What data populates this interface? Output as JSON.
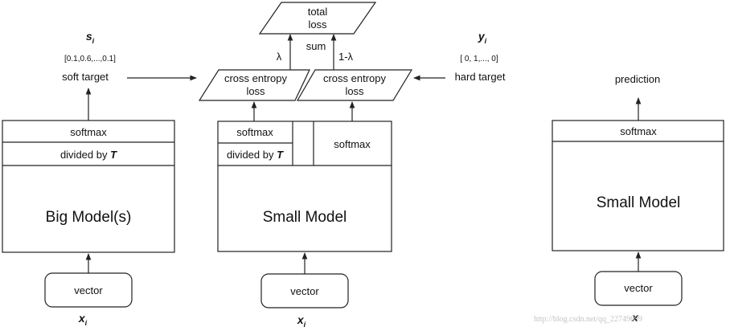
{
  "left": {
    "target_var": "s",
    "target_sub": "i",
    "target_values": "[0.1,0.6,...,0.1]",
    "target_label": "soft target",
    "softmax": "softmax",
    "divided_by": "divided by ",
    "temperature": "T",
    "model": "Big Model(s)",
    "vector": "vector",
    "input_var": "x",
    "input_sub": "i"
  },
  "middle": {
    "total_loss_line1": "total",
    "total_loss_line2": "loss",
    "sum": "sum",
    "lambda": "λ",
    "one_minus_lambda": "1-λ",
    "loss1_line1": "cross entropy",
    "loss1_line2": "loss",
    "loss2_line1": "cross entropy",
    "loss2_line2": "loss",
    "softmax_left": "softmax",
    "divided_by": "divided by ",
    "temperature": "T",
    "softmax_right": "softmax",
    "model": "Small Model",
    "vector": "vector",
    "input_var": "x",
    "input_sub": "i"
  },
  "hard": {
    "target_var": "y",
    "target_sub": "i",
    "target_values": "[ 0,  1,...,  0]",
    "target_label": "hard target"
  },
  "right": {
    "prediction": "prediction",
    "softmax": "softmax",
    "model": "Small Model",
    "vector": "vector",
    "input_var": "x"
  },
  "watermark": "http://blog.csdn.net/qq_22749699"
}
